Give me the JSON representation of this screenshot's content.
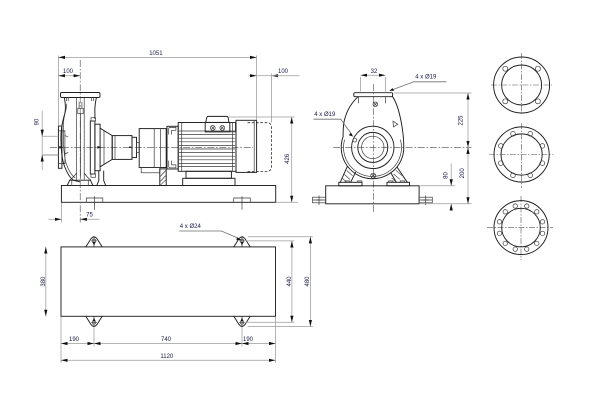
{
  "drawing": {
    "type": "pump-dimensional-drawing",
    "background_color": "#ffffff",
    "object_line_color": "#1f1f1f",
    "dimension_line_color": "#9b9b9b",
    "label_color": "#16164a",
    "side_view": {
      "dims": {
        "overall_length": "1051",
        "left_offset": "100",
        "right_overhang": "100",
        "suction_detail": "90",
        "overall_height": "426",
        "edge_to_axis": "75"
      }
    },
    "end_view": {
      "dims": {
        "discharge_bore": "32",
        "discharge_flange_holes": "4 x Ø19",
        "suction_flange_holes": "4 x Ø19",
        "center_to_flange_top": "225",
        "center_to_base_bottom": "200",
        "baseplate_height": "80"
      }
    },
    "plan_view": {
      "dims": {
        "anchor_holes": "4 x Ø24",
        "base_width": "380",
        "hole_span_across": "440",
        "lug_span_across": "480",
        "hole_inset_left": "190",
        "hole_spacing_length": "740",
        "hole_inset_right": "190",
        "base_length": "1120"
      }
    },
    "flange_views": {
      "top_flange_holes": 4,
      "middle_flange_holes": 8,
      "bottom_flange_holes": 12
    }
  }
}
